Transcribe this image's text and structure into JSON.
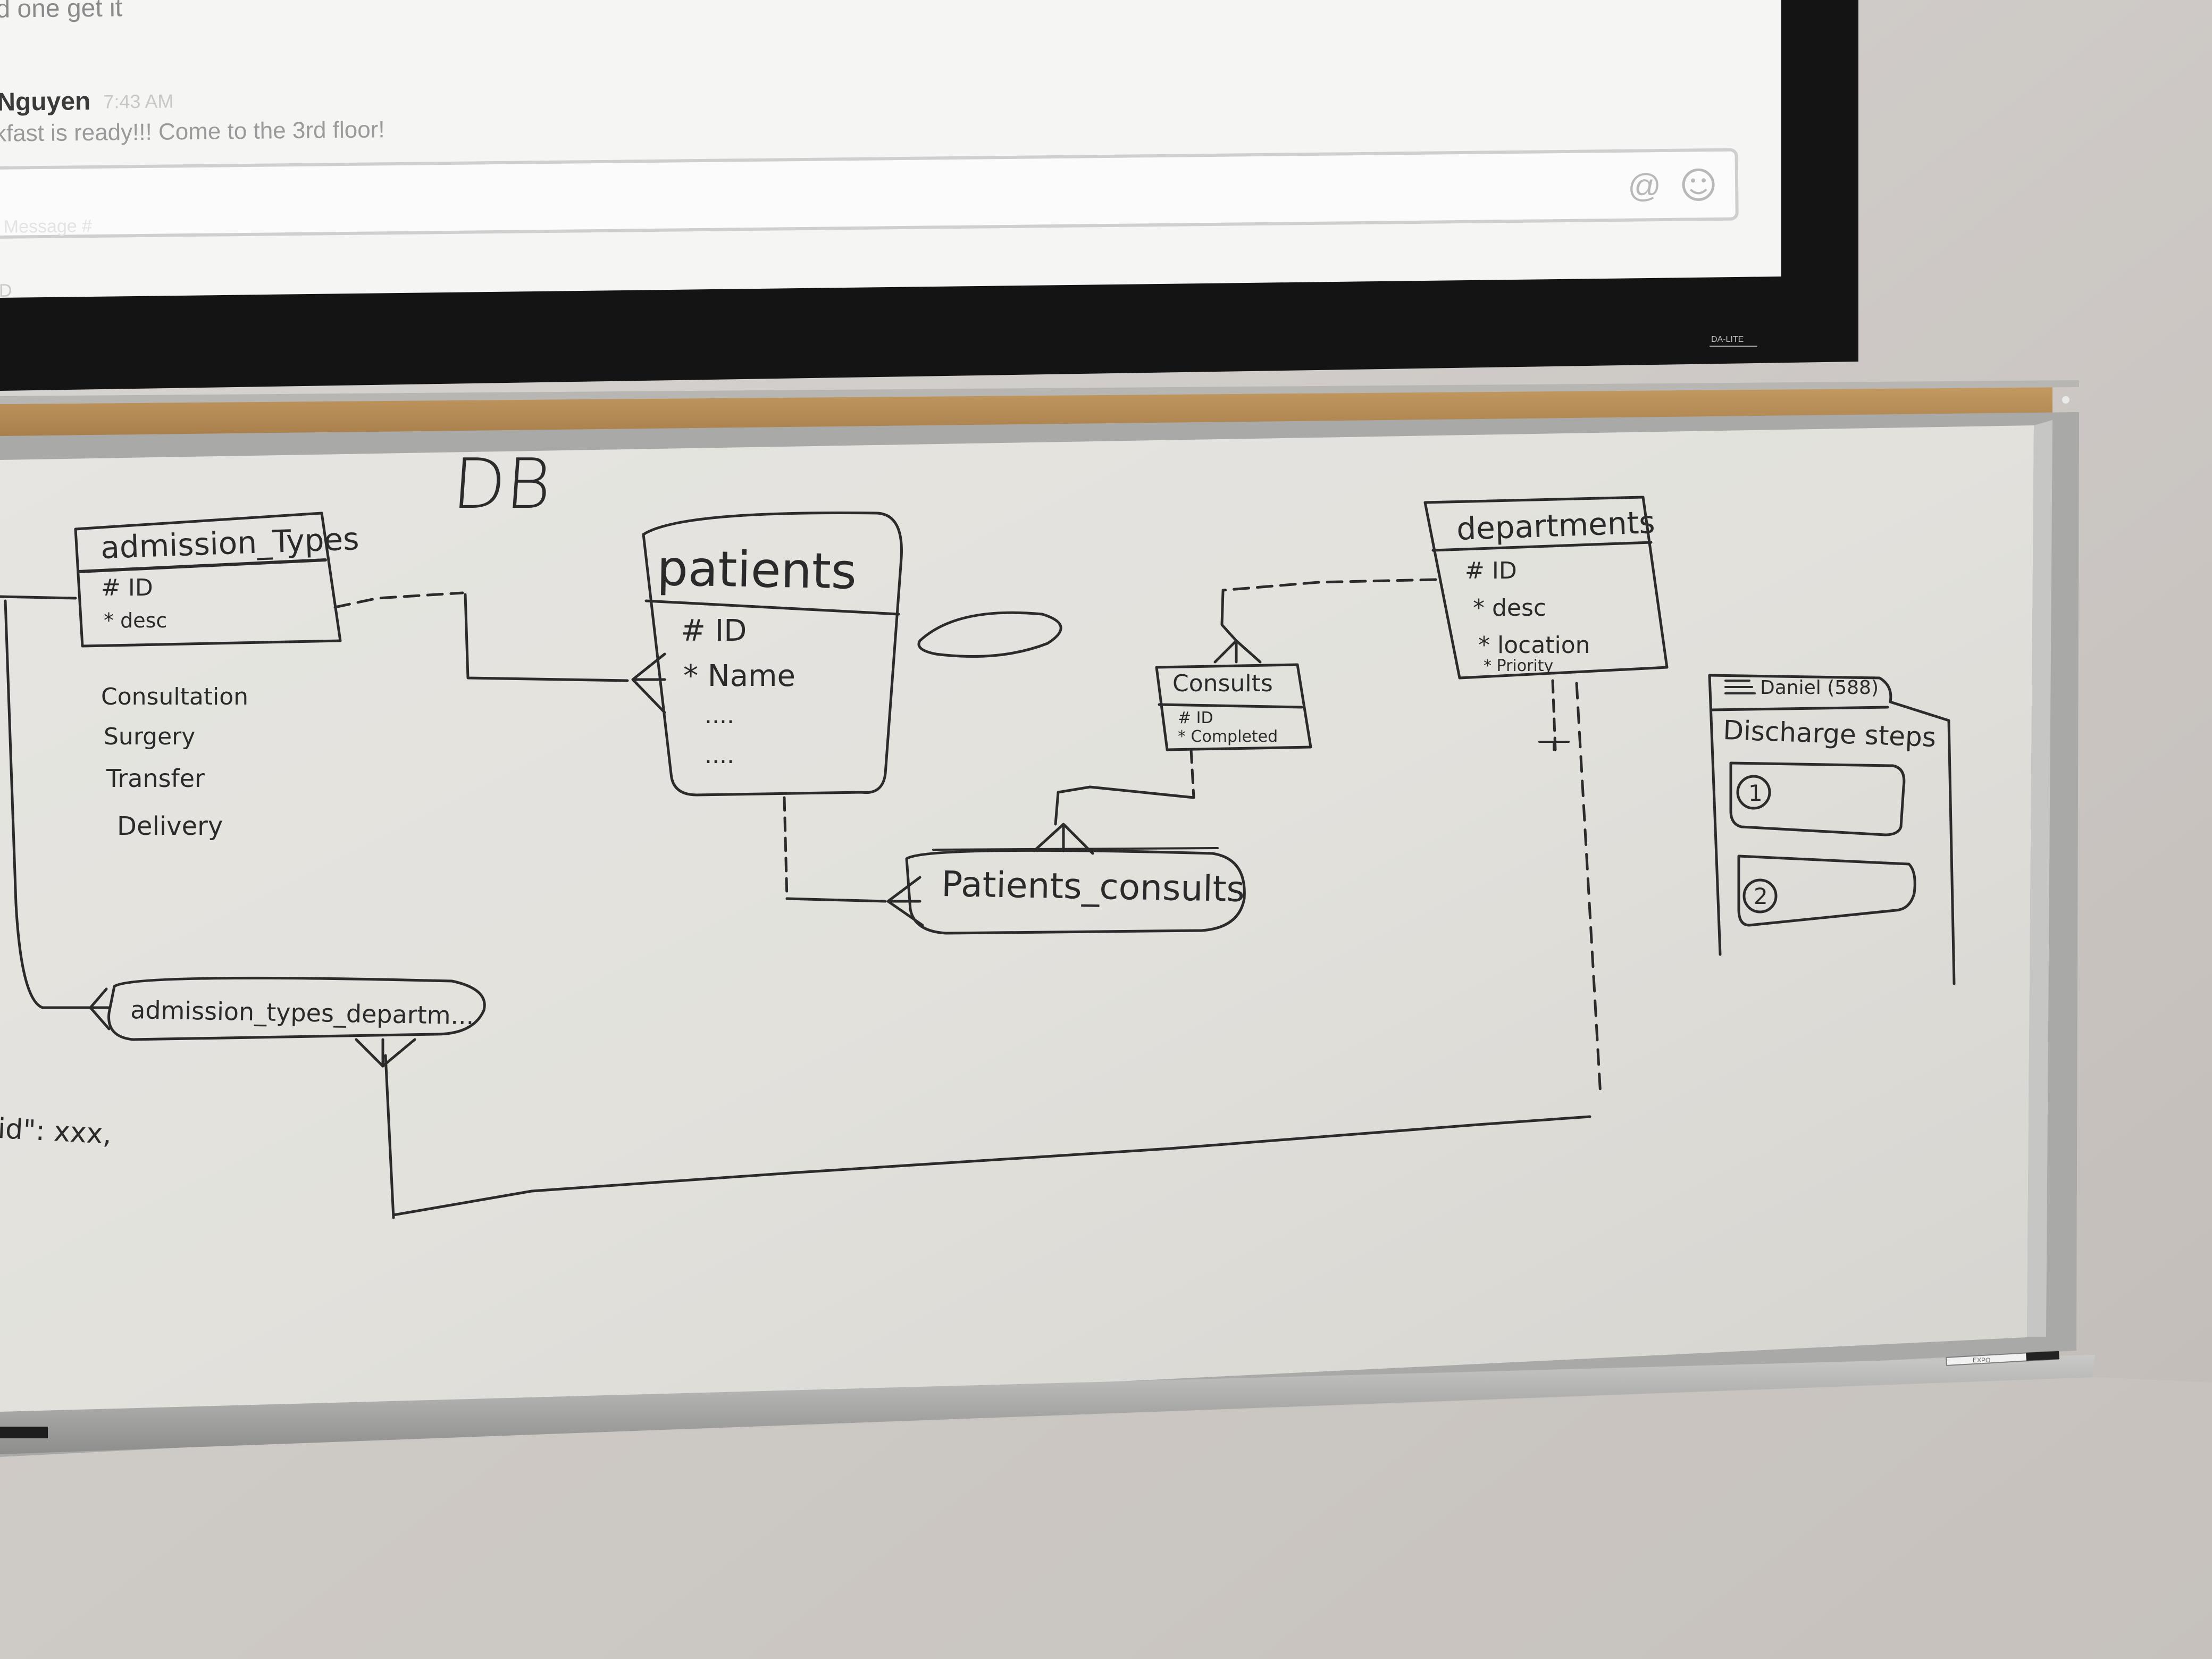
{
  "screen": {
    "message_fragment": "d one get it",
    "author": "Nguyen",
    "time": "7:43 AM",
    "message": "kfast is ready!!! Come to the 3rd floor!",
    "input_placeholder": "Message #",
    "at_icon": "at-sign-icon",
    "emoji_icon": "smiley-icon",
    "footer_fragment": "D",
    "brand": "DA-LITE"
  },
  "whiteboard": {
    "title": "DB",
    "admission_types": {
      "name": "admission_Types",
      "fields": [
        "# ID",
        "* desc"
      ]
    },
    "admission_list": [
      "Consultation",
      "Surgery",
      "Transfer",
      "Delivery"
    ],
    "patients": {
      "name": "patients",
      "fields": [
        "# ID",
        "* Name",
        "....",
        "...."
      ]
    },
    "departments": {
      "name": "departments",
      "fields": [
        "# ID",
        "* desc",
        "* location",
        "* Priority"
      ]
    },
    "consults": {
      "name": "Consults",
      "fields": [
        "# ID",
        "* Completed"
      ]
    },
    "patients_consults": {
      "name": "Patients_consults"
    },
    "admission_types_departments": {
      "name": "admission_types_departm..."
    },
    "json_snippet": "id\": xxx,",
    "mockup": {
      "header": "Daniel (588)",
      "menu_icon": "hamburger-menu-icon",
      "title": "Discharge steps",
      "steps": [
        "1",
        "2"
      ]
    },
    "marker_brand": "EXPO"
  }
}
